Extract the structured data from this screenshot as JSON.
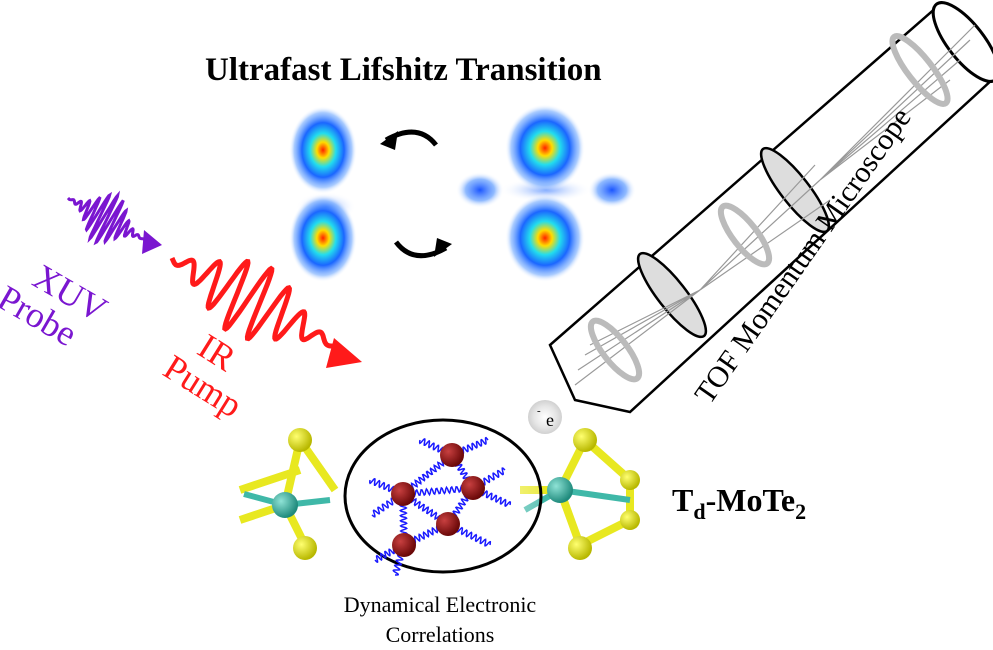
{
  "title": "Ultrafast Lifshitz Transition",
  "probe_label": {
    "line1": "XUV",
    "line2": "Probe"
  },
  "pump_label": {
    "line1": "IR",
    "line2": "Pump"
  },
  "detector_label": "TOF Momentum Microscope",
  "electron_label": {
    "base": "e",
    "sup": "-"
  },
  "material_label": {
    "base1": "T",
    "sub1": "d",
    "mid": "-MoTe",
    "sub2": "2"
  },
  "caption": {
    "line1": "Dynamical Electronic",
    "line2": "Correlations"
  },
  "colors": {
    "probe": "#7a16d0",
    "pump": "#ff1a1a",
    "spring": "#1a1aff",
    "atom_red": "#8b1010",
    "mo_teal": "#3fb8a8",
    "te_yellow": "#e8e820"
  }
}
